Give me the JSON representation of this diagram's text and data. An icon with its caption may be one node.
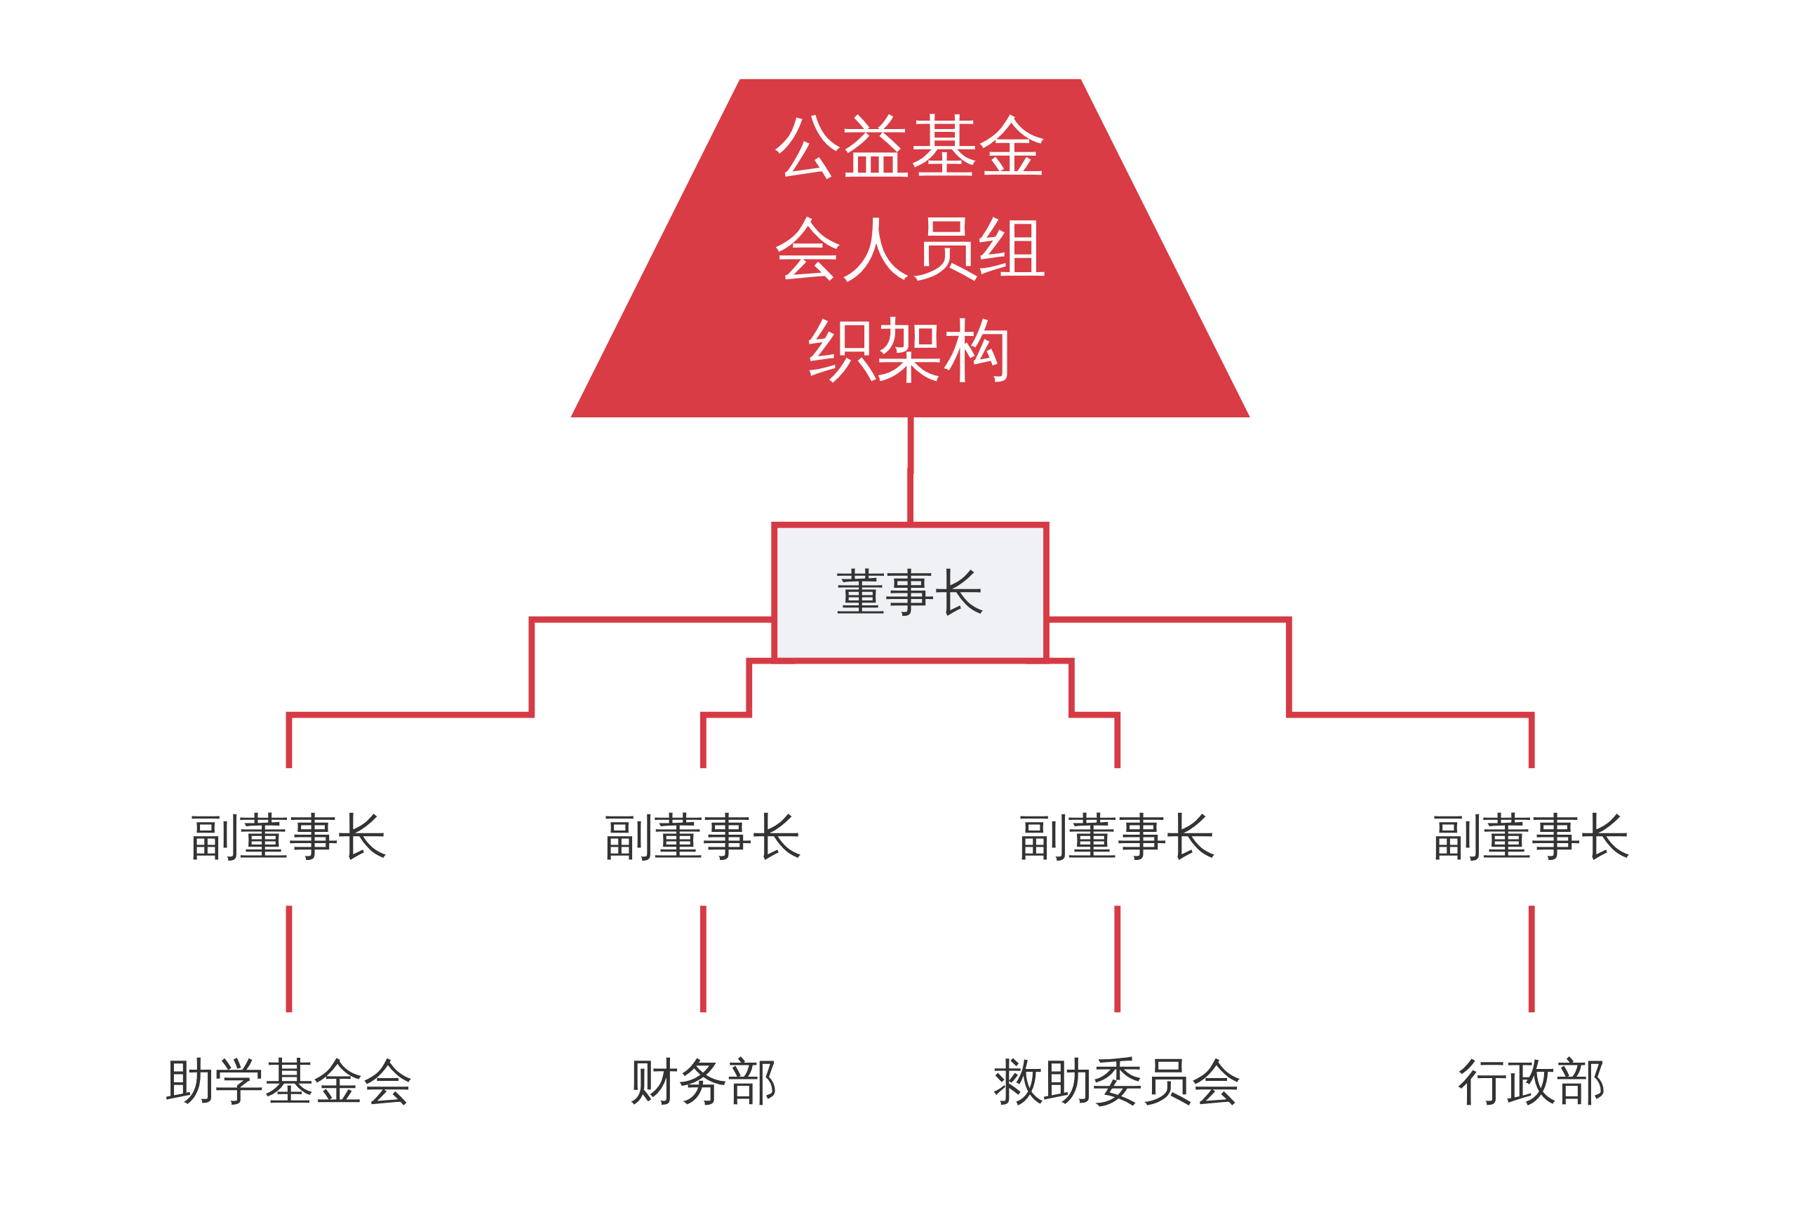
{
  "diagram": {
    "nodes": [
      {
        "text": [
          "公益基金会人员组织架构"
        ]
      },
      {
        "text": [
          "董事长"
        ]
      },
      {
        "text": [
          "副董事长"
        ]
      },
      {
        "text": [
          "副董事长"
        ]
      },
      {
        "text": [
          "副董事长"
        ]
      },
      {
        "text": [
          "副董事长"
        ]
      },
      {
        "text": [
          "助学基金会"
        ]
      },
      {
        "text": [
          "财务部"
        ]
      },
      {
        "text": [
          "救助委员会"
        ]
      },
      {
        "text": [
          "行政部"
        ]
      }
    ],
    "edges": [
      {
        "from": 0,
        "to": 1,
        "arrow": "none"
      },
      {
        "from": 1,
        "to": 2,
        "arrow": "none"
      },
      {
        "from": 1,
        "to": 3,
        "arrow": "none"
      },
      {
        "from": 1,
        "to": 4,
        "arrow": "none"
      },
      {
        "from": 1,
        "to": 5,
        "arrow": "none"
      },
      {
        "from": 2,
        "to": 6,
        "arrow": "none"
      },
      {
        "from": 3,
        "to": 7,
        "arrow": "none"
      },
      {
        "from": 4,
        "to": 8,
        "arrow": "none"
      },
      {
        "from": 5,
        "to": 9,
        "arrow": "none"
      }
    ]
  }
}
